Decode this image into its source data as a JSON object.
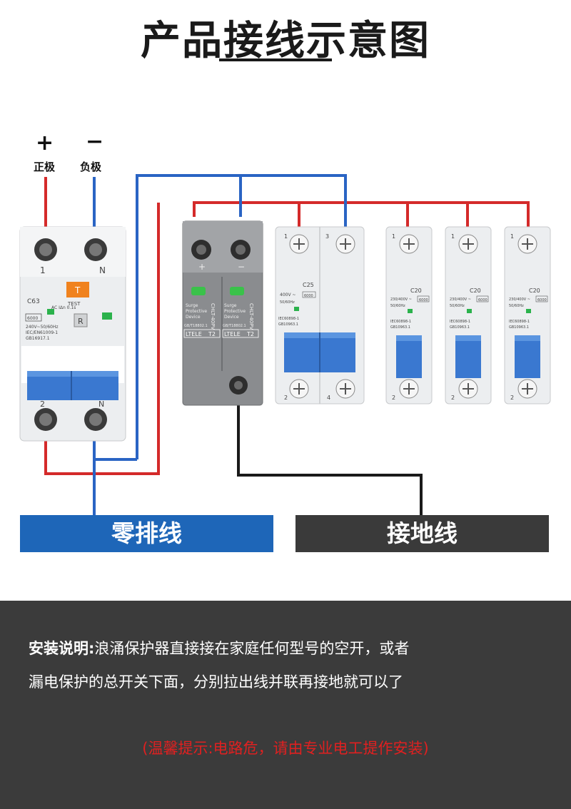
{
  "title": "产品接线示意图",
  "polarity": {
    "positive_sign": "+",
    "positive_label": "正极",
    "negative_sign": "−",
    "negative_label": "负极"
  },
  "rcbo": {
    "terminal_top_left": "1",
    "terminal_top_right": "N",
    "terminal_bottom_left": "2",
    "terminal_bottom_right": "N",
    "rating": "C63",
    "test_label": "TEST",
    "button_label": "T",
    "reset_label": "R",
    "spec_line1": "AC  IΔn 0.1s",
    "spec_line2": "240V~50/60Hz",
    "spec_line3": "IEC/EN61009-1",
    "spec_line4": "GB16917.1",
    "breaking": "6000"
  },
  "spd": {
    "plus": "+",
    "minus": "−",
    "model": "CHLT-40PV",
    "desc_line1": "Surge",
    "desc_line2": "Protective",
    "desc_line3": "Device",
    "standard": "GB/T18802.1",
    "brand": "LTELE",
    "type": "T2"
  },
  "mcb2p": {
    "terminal_1": "1",
    "terminal_3": "3",
    "terminal_2": "2",
    "terminal_4": "4",
    "rating": "C25",
    "voltage": "400V ~",
    "freq": "50/60Hz",
    "breaking": "6000",
    "std1": "IEC60898-1",
    "std2": "GB10963.1"
  },
  "mcb1p": [
    {
      "rating": "C20",
      "top": "1",
      "bottom": "2",
      "voltage": "230/400V ~",
      "breaking": "6000",
      "freq": "50/60Hz",
      "std1": "IEC60898-1",
      "std2": "GB10963.1"
    },
    {
      "rating": "C20",
      "top": "1",
      "bottom": "2",
      "voltage": "230/400V ~",
      "breaking": "6000",
      "freq": "50/60Hz",
      "std1": "IEC60898-1",
      "std2": "GB10963.1"
    },
    {
      "rating": "C20",
      "top": "1",
      "bottom": "2",
      "voltage": "230/400V ~",
      "breaking": "6000",
      "freq": "50/60Hz",
      "std1": "IEC60898-1",
      "std2": "GB10963.1"
    }
  ],
  "busbars": {
    "neutral": "零排线",
    "ground": "接地线"
  },
  "info": {
    "strong": "安装说明:",
    "line1_rest": "浪涌保护器直接接在家庭任何型号的空开，或者",
    "line2": "漏电保护的总开关下面，分别拉出线并联再接地就可以了",
    "warning": "(温馨提示:电路危，请由专业电工提作安装)"
  },
  "colors": {
    "live_wire": "#d42a2a",
    "neutral_wire": "#2a64c4",
    "ground_wire": "#1a1a1a",
    "handle_blue": "#3a78d0",
    "breaker_body": "#eceef0",
    "spd_body": "#8a8c8f"
  }
}
